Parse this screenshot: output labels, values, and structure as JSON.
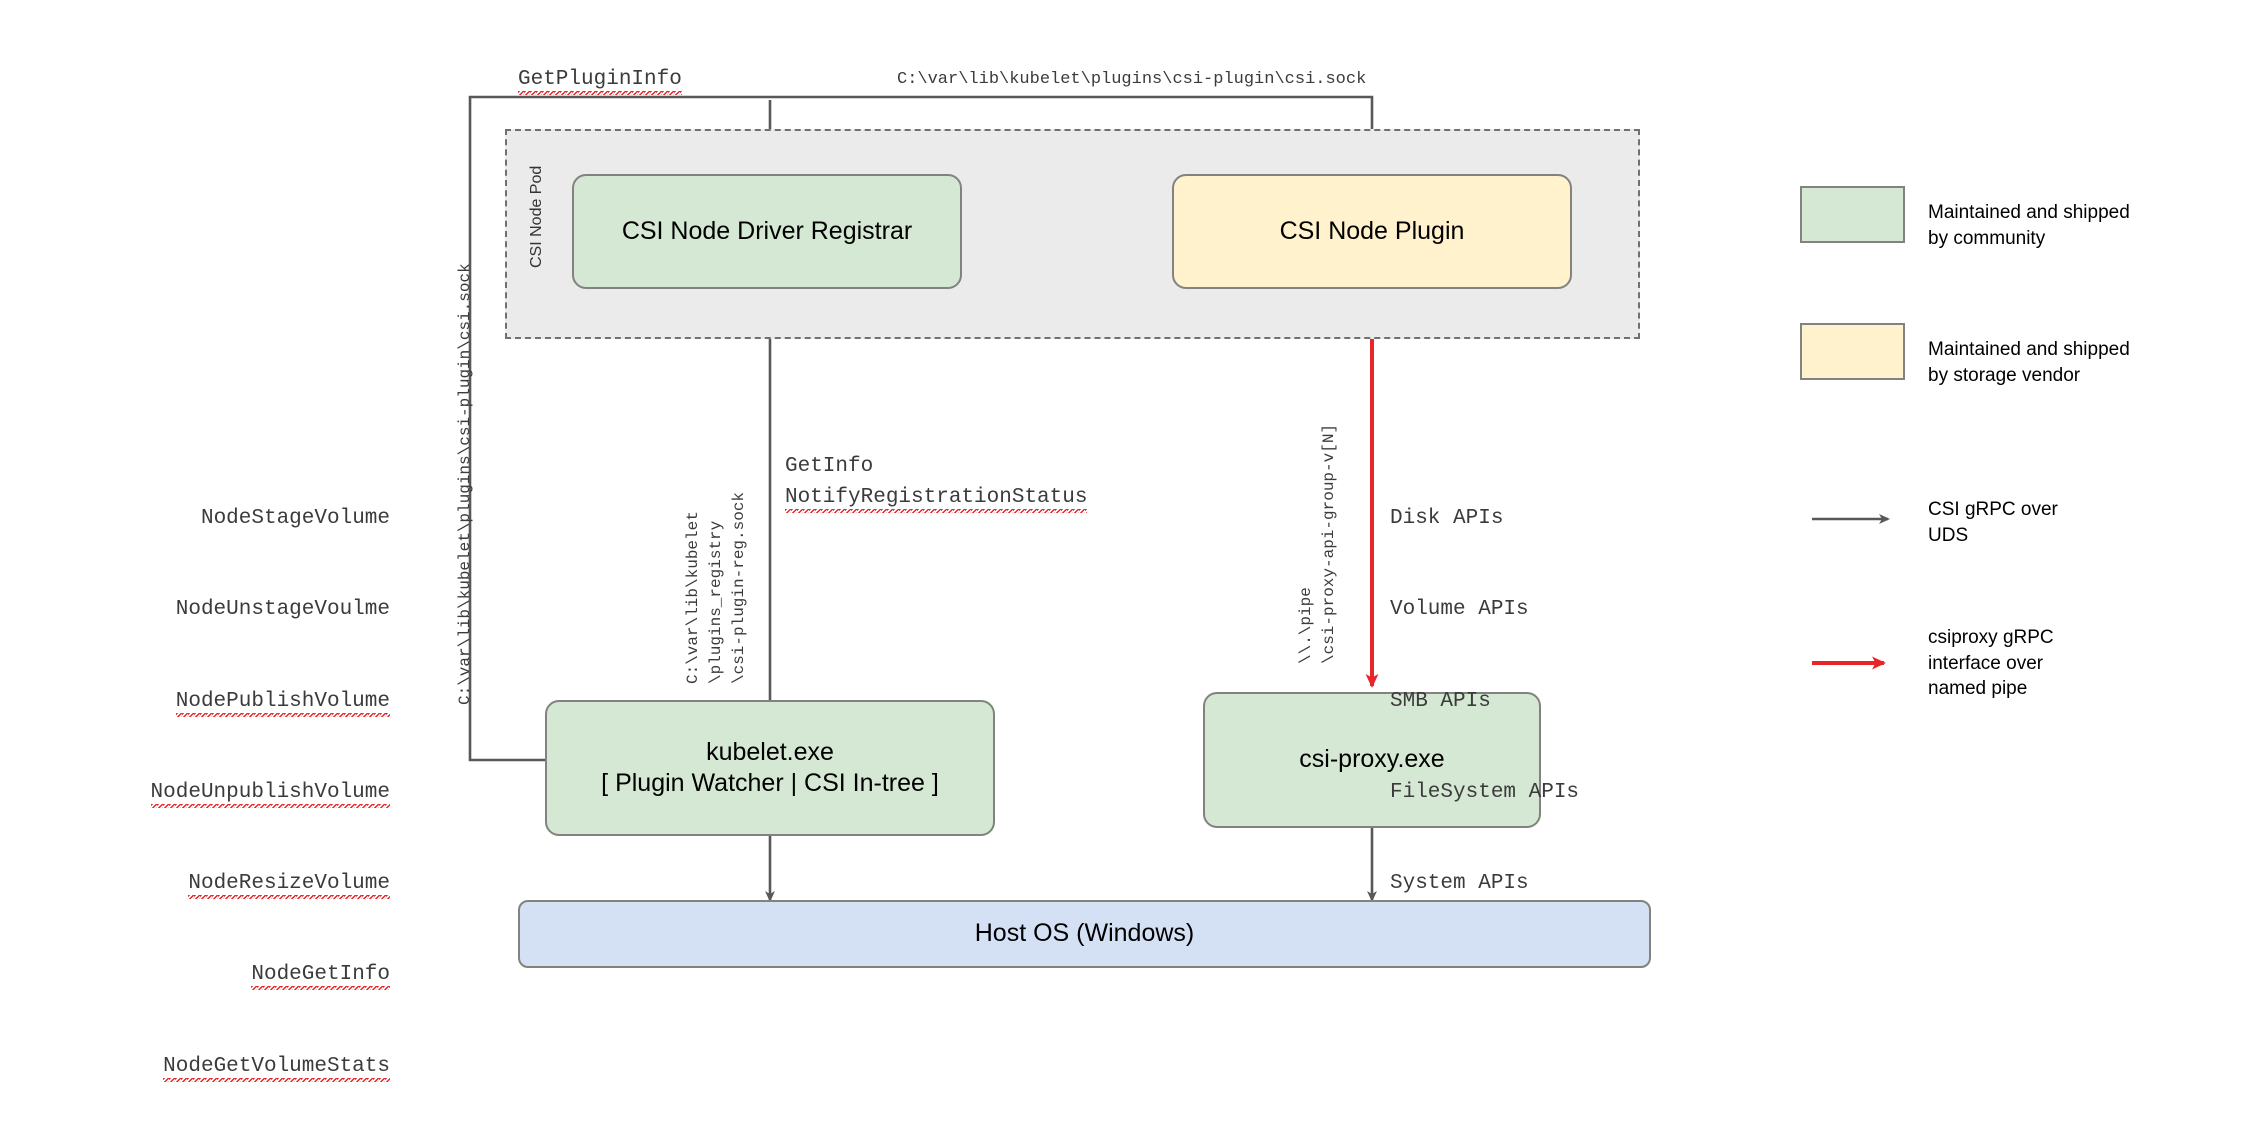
{
  "diagram": {
    "title": "CSI Proxy architecture on Windows",
    "colors": {
      "community_green": "#d5e8d4",
      "vendor_yellow": "#fff2cc",
      "host_blue": "#d4e1f5",
      "pod_gray": "#ebebeb",
      "stroke_gray": "#82827e",
      "arrow_gray": "#58585a",
      "arrow_red": "#e8262a"
    },
    "pod": {
      "label": "CSI Node Pod"
    },
    "nodes": {
      "registrar": {
        "label": "CSI Node Driver Registrar",
        "fill": "green"
      },
      "node_plugin": {
        "label": "CSI Node Plugin",
        "fill": "yellow"
      },
      "kubelet": {
        "line1": "kubelet.exe",
        "line2": "[ Plugin Watcher | CSI In-tree ]",
        "fill": "green"
      },
      "csi_proxy": {
        "label": "csi-proxy.exe",
        "fill": "green"
      },
      "host_os": {
        "label": "Host OS (Windows)",
        "fill": "blue"
      }
    },
    "edge_labels": {
      "get_plugin_info": "GetPluginInfo",
      "csi_sock_top": "C:\\var\\lib\\kubelet\\plugins\\csi-plugin\\csi.sock",
      "csi_sock_vertical": "C:\\var\\lib\\kubelet\\plugins\\csi-plugin\\csi.sock",
      "registry_sock_l1": "C:\\var\\lib\\kubelet",
      "registry_sock_l2": "\\plugins_registry",
      "registry_sock_l3": "\\csi-plugin-reg.sock",
      "get_info": "GetInfo",
      "notify_registration_status": "NotifyRegistrationStatus",
      "pipe_l1": "\\\\.\\pipe",
      "pipe_l2": "\\csi-proxy-api-group-v[N]"
    },
    "csi_node_calls": [
      "NodeStageVolume",
      "NodeUnstageVoulme",
      "NodePublishVolume",
      "NodeUnpublishVolume",
      "NodeResizeVolume",
      "NodeGetInfo",
      "NodeGetVolumeStats"
    ],
    "proxy_apis": [
      "Disk APIs",
      "Volume APIs",
      "SMB APIs",
      "FileSystem APIs",
      "System APIs"
    ],
    "legend": {
      "swatches": [
        {
          "fill": "green",
          "line1": "Maintained and shipped",
          "line2": "by community"
        },
        {
          "fill": "yellow",
          "line1": "Maintained and shipped",
          "line2": "by storage vendor"
        }
      ],
      "arrows": [
        {
          "color": "gray",
          "line1": "CSI gRPC over",
          "line2": "UDS",
          "line3": ""
        },
        {
          "color": "red",
          "line1": "csiproxy gRPC",
          "line2": "interface over",
          "line3": "named pipe"
        }
      ]
    }
  }
}
